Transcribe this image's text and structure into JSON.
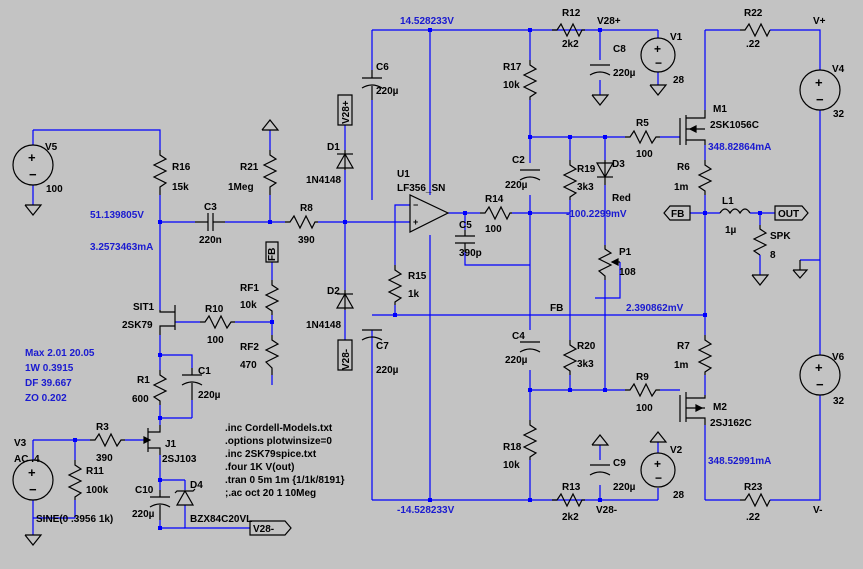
{
  "nodes": {
    "top_rail": "14.528233V",
    "bottom_rail": "-14.528233V",
    "input_bias": "51.139805V",
    "sit_current": "3.2573463mA",
    "opamp_out": "-100.2299mV",
    "fb_node": "2.390862mV",
    "m1_current": "348.82864mA",
    "m2_current": "348.52991mA"
  },
  "stats": [
    "Max 2.01 20.05",
    "1W 0.3915",
    "DF  39.667",
    "ZO  0.202"
  ],
  "directives": [
    ".inc Cordell-Models.txt",
    ".options plotwinsize=0",
    ".inc 2SK79spice.txt",
    ".four 1K V(out)",
    ".tran 0 5m 1m {1/1k/8191}",
    ";.ac oct 20 1 10Meg"
  ],
  "components": {
    "V5": {
      "name": "V5",
      "value": "100"
    },
    "V3": {
      "name": "V3",
      "value": "AC .4",
      "extra": "SINE(0 .3956 1k)"
    },
    "V1": {
      "name": "V1",
      "value": "28"
    },
    "V2": {
      "name": "V2",
      "value": "28"
    },
    "V4": {
      "name": "V4",
      "value": "32"
    },
    "V6": {
      "name": "V6",
      "value": "32"
    },
    "R16": {
      "name": "R16",
      "value": "15k"
    },
    "R21": {
      "name": "R21",
      "value": "1Meg"
    },
    "R8": {
      "name": "R8",
      "value": "390"
    },
    "R10": {
      "name": "R10",
      "value": "100"
    },
    "RF1": {
      "name": "RF1",
      "value": "10k"
    },
    "RF2": {
      "name": "RF2",
      "value": "470"
    },
    "R1": {
      "name": "R1",
      "value": "600"
    },
    "R3": {
      "name": "R3",
      "value": "390"
    },
    "R11": {
      "name": "R11",
      "value": "100k"
    },
    "R15": {
      "name": "R15",
      "value": "1k"
    },
    "R14": {
      "name": "R14",
      "value": "100"
    },
    "R17": {
      "name": "R17",
      "value": "10k"
    },
    "R18": {
      "name": "R18",
      "value": "10k"
    },
    "R12": {
      "name": "R12",
      "value": "2k2"
    },
    "R13": {
      "name": "R13",
      "value": "2k2"
    },
    "R19": {
      "name": "R19",
      "value": "3k3"
    },
    "R20": {
      "name": "R20",
      "value": "3k3"
    },
    "R5": {
      "name": "R5",
      "value": "100"
    },
    "R9": {
      "name": "R9",
      "value": "100"
    },
    "R6": {
      "name": "R6",
      "value": "1m"
    },
    "R7": {
      "name": "R7",
      "value": "1m"
    },
    "R22": {
      "name": "R22",
      "value": ".22"
    },
    "R23": {
      "name": "R23",
      "value": ".22"
    },
    "P1": {
      "name": "P1",
      "value": "108"
    },
    "SPK": {
      "name": "SPK",
      "value": "8"
    },
    "L1": {
      "name": "L1",
      "value": "1µ"
    },
    "C3": {
      "name": "C3",
      "value": "220n"
    },
    "C1": {
      "name": "C1",
      "value": "220µ"
    },
    "C10": {
      "name": "C10",
      "value": "220µ"
    },
    "C6": {
      "name": "C6",
      "value": "220µ"
    },
    "C7": {
      "name": "C7",
      "value": "220µ"
    },
    "C5": {
      "name": "C5",
      "value": "390p"
    },
    "C2": {
      "name": "C2",
      "value": "220µ"
    },
    "C4": {
      "name": "C4",
      "value": "220µ"
    },
    "C8": {
      "name": "C8",
      "value": "220µ"
    },
    "C9": {
      "name": "C9",
      "value": "220µ"
    },
    "D1": {
      "name": "D1",
      "value": "1N4148"
    },
    "D2": {
      "name": "D2",
      "value": "1N4148"
    },
    "D3": {
      "name": "D3",
      "value": "Red"
    },
    "D4": {
      "name": "D4",
      "value": "BZX84C20VL"
    },
    "U1": {
      "name": "U1",
      "value": "LF356_SN"
    },
    "SIT1": {
      "name": "SIT1",
      "value": "2SK79"
    },
    "J1": {
      "name": "J1",
      "value": "2SJ103"
    },
    "M1": {
      "name": "M1",
      "value": "2SK1056C"
    },
    "M2": {
      "name": "M2",
      "value": "2SJ162C"
    }
  },
  "flags": {
    "v28p": "V28+",
    "v28m": "V28-",
    "vp": "V+",
    "vm": "V-",
    "fb": "FB",
    "out": "OUT"
  }
}
